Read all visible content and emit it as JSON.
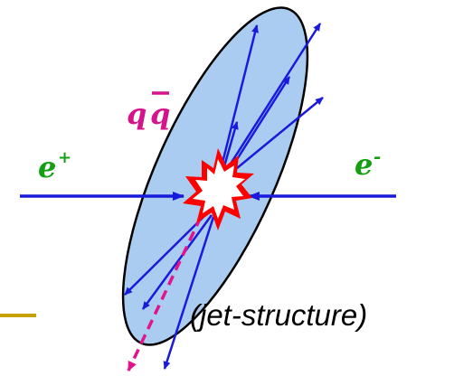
{
  "labels": {
    "qqbar_q1": "q",
    "qqbar_q2": "q",
    "positron_base": "e",
    "positron_sup": "+",
    "electron_base": "e",
    "electron_sup": "-",
    "note": "(jet-structure)"
  },
  "colors": {
    "ellipse_fill": "#aaccf0",
    "ellipse_stroke": "#000000",
    "beam": "#1a1adc",
    "track": "#1a1adc",
    "qqbar_label": "#d4148c",
    "beam_label": "#12a012",
    "dashed_track": "#e0148c",
    "burst_outer": "#ff0000",
    "burst_inner": "#ffffff",
    "slide_bar": "#c8a000",
    "note_text": "#000000"
  }
}
